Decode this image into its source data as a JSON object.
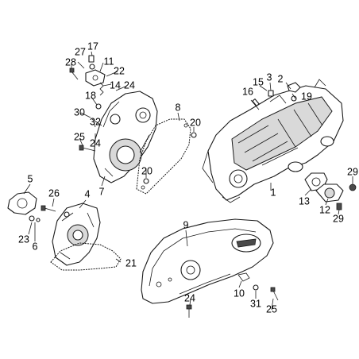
{
  "callouts": [
    {
      "id": "c1",
      "text": "1"
    },
    {
      "id": "c2",
      "text": "2"
    },
    {
      "id": "c3",
      "text": "3"
    },
    {
      "id": "c4",
      "text": "4"
    },
    {
      "id": "c5",
      "text": "5"
    },
    {
      "id": "c6",
      "text": "6"
    },
    {
      "id": "c7",
      "text": "7"
    },
    {
      "id": "c8",
      "text": "8"
    },
    {
      "id": "c9",
      "text": "9"
    },
    {
      "id": "c10",
      "text": "10"
    },
    {
      "id": "c11",
      "text": "11"
    },
    {
      "id": "c12",
      "text": "12"
    },
    {
      "id": "c13",
      "text": "13"
    },
    {
      "id": "c14",
      "text": "14"
    },
    {
      "id": "c15",
      "text": "15"
    },
    {
      "id": "c16",
      "text": "16"
    },
    {
      "id": "c17",
      "text": "17"
    },
    {
      "id": "c18",
      "text": "18"
    },
    {
      "id": "c19",
      "text": "19"
    },
    {
      "id": "c20a",
      "text": "20"
    },
    {
      "id": "c20b",
      "text": "20"
    },
    {
      "id": "c21",
      "text": "21"
    },
    {
      "id": "c22",
      "text": "22"
    },
    {
      "id": "c23",
      "text": "23"
    },
    {
      "id": "c24a",
      "text": "24"
    },
    {
      "id": "c24b",
      "text": "24"
    },
    {
      "id": "c24c",
      "text": "24"
    },
    {
      "id": "c25a",
      "text": "25"
    },
    {
      "id": "c25b",
      "text": "25"
    },
    {
      "id": "c26",
      "text": "26"
    },
    {
      "id": "c27",
      "text": "27"
    },
    {
      "id": "c28",
      "text": "28"
    },
    {
      "id": "c29a",
      "text": "29"
    },
    {
      "id": "c29b",
      "text": "29"
    },
    {
      "id": "c30",
      "text": "30"
    },
    {
      "id": "c31",
      "text": "31"
    },
    {
      "id": "c32",
      "text": "32"
    }
  ]
}
